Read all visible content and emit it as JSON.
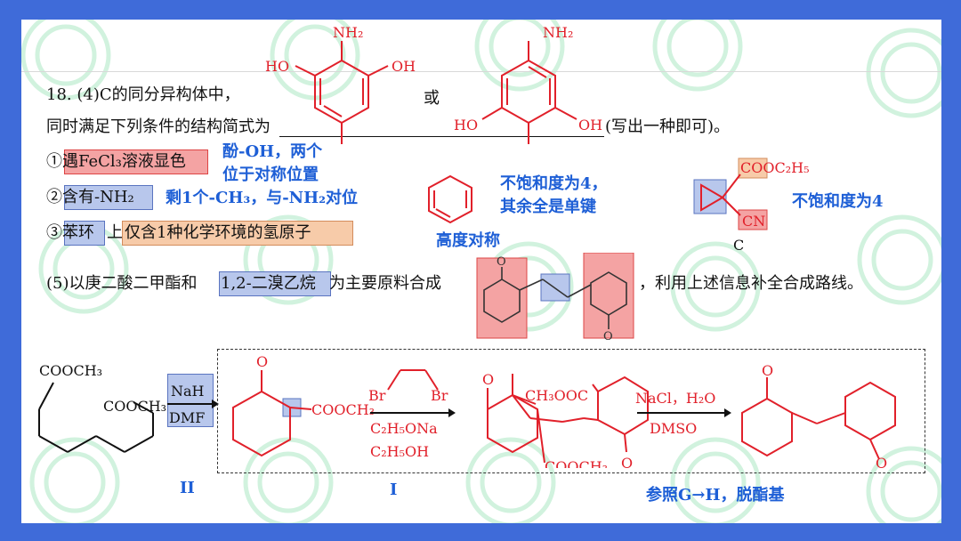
{
  "question": {
    "part4_prefix": "18. (4)C的同分异构体中，",
    "part4_line2": "同时满足下列条件的结构简式为",
    "part4_suffix": "(写出一种即可)。",
    "or": "或",
    "condition1": "①遇FeCl₃溶液显色",
    "condition2": "②含有-NH₂",
    "condition3_a": "③苯环",
    "condition3_b": "上",
    "condition3_c": "仅含1种化学环境的氢原子",
    "part5_a": "(5)以庚二酸二甲酯和",
    "part5_b": "1,2-二溴乙烷",
    "part5_c": "为主要原料合成",
    "part5_d": "，利用上述信息补全合成路线。"
  },
  "notes": {
    "note1": "酚-OH，两个",
    "note1b": "位于对称位置",
    "note2": "剩1个-CH₃，与-NH₂对位",
    "note3": "高度对称",
    "note4": "不饱和度为4，",
    "note4b": "其余全是单键",
    "note5": "不饱和度为4",
    "label_C": "C",
    "label_II": "II",
    "label_I": "I",
    "note6": "参照G→H，脱酯基"
  },
  "structures": {
    "nh2": "NH₂",
    "ho": "HO",
    "oh": "OH",
    "cooc2h5": "COOC₂H₅",
    "cn": "CN",
    "o": "O",
    "cooch3": "COOCH₃",
    "ch3ooc": "CH₃OOC"
  },
  "route": {
    "reagent1_top": "NaH",
    "reagent1_bottom": "DMF",
    "reagent2_top_left": "Br",
    "reagent2_top_right": "Br",
    "reagent2_bottom1": "C₂H₅ONa",
    "reagent2_bottom2": "C₂H₅OH",
    "reagent3_top": "NaCl，H₂O",
    "reagent3_bottom": "DMSO"
  },
  "colors": {
    "background": "#3f6bd9",
    "red": "#e1202a",
    "blue_text": "#1e5fd6",
    "red_box": "#f4a3a3",
    "blue_box": "#b8c7ec",
    "orange_box": "#f7cba9",
    "watermark": "#c9f0d9"
  }
}
